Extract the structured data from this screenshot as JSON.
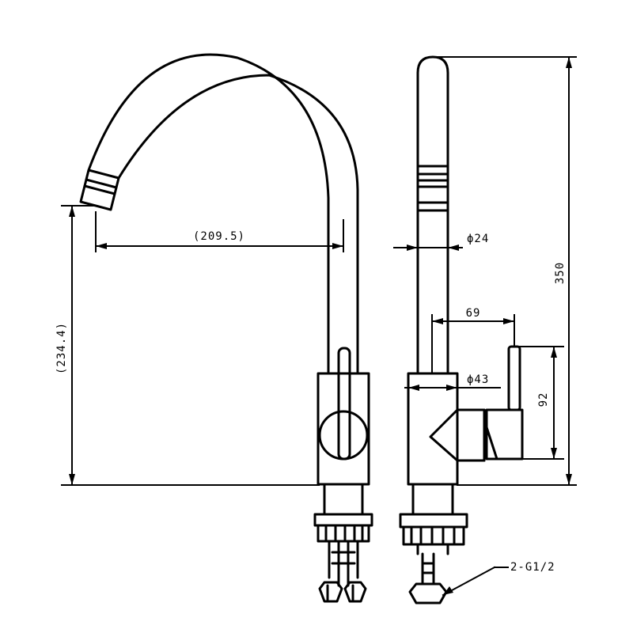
{
  "drawing": {
    "type": "technical-drawing",
    "subject": "kitchen-faucet",
    "views": [
      "front-view",
      "side-view"
    ],
    "dimensions": {
      "spout_reach": "(209.5)",
      "spout_height": "(234.4)",
      "total_height": "350",
      "neck_diameter": "ϕ24",
      "body_diameter": "ϕ43",
      "handle_offset": "69",
      "handle_height": "92",
      "inlet_hoses": "2-G1/2"
    },
    "colors": {
      "line": "#000000",
      "background": "#ffffff"
    }
  }
}
